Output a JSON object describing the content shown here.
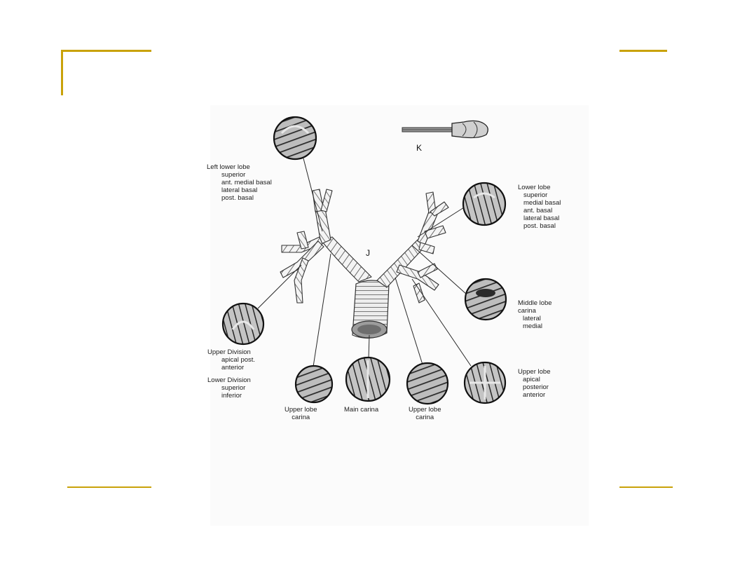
{
  "slide": {
    "accent_color": "#c9a20a"
  },
  "figure": {
    "tag_j": "J",
    "tag_k": "K",
    "labels": {
      "left_lower_lobe": [
        "Left lower lobe",
        "superior",
        "ant. medial basal",
        "lateral basal",
        "post. basal"
      ],
      "lower_lobe": [
        "Lower lobe",
        "superior",
        "medial basal",
        "ant. basal",
        "lateral basal",
        "post. basal"
      ],
      "middle_lobe": [
        "Middle lobe",
        "carina",
        "lateral",
        "medial"
      ],
      "upper_division": [
        "Upper Division",
        "apical post.",
        "anterior"
      ],
      "lower_division": [
        "Lower Division",
        "superior",
        "inferior"
      ],
      "upper_lobe_carina_left": [
        "Upper lobe",
        "carina"
      ],
      "main_carina": [
        "Main carina"
      ],
      "upper_lobe_carina_right": [
        "Upper lobe",
        "carina"
      ],
      "upper_lobe": [
        "Upper lobe",
        "apical",
        "posterior",
        "anterior"
      ]
    }
  }
}
